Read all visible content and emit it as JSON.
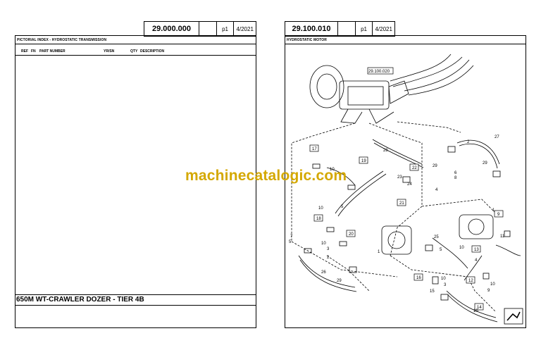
{
  "left_page": {
    "code": "29.000.000",
    "page": "p1",
    "date": "4/2021",
    "section_title": "PICTORIAL INDEX - HYDROSTATIC TRANSMISSION",
    "columns": [
      "REF",
      "FN",
      "PART NUMBER",
      "YR/SN",
      "QTY",
      "DESCRIPTION"
    ],
    "model_title": "650M WT-CRAWLER DOZER - TIER 4B"
  },
  "right_page": {
    "code": "29.100.010",
    "page": "p1",
    "date": "4/2021",
    "section_title": "HYDROSTATIC MOTOR",
    "callouts": [
      "29.100.020",
      "27",
      "2",
      "28",
      "29",
      "6",
      "8",
      "4",
      "22",
      "23",
      "24",
      "19",
      "17",
      "10",
      "5",
      "21",
      "10",
      "9",
      "1",
      "11",
      "7",
      "18",
      "3",
      "12",
      "20",
      "1",
      "25",
      "26",
      "29",
      "13",
      "16",
      "10",
      "12",
      "14",
      "10",
      "15",
      "3",
      "10",
      "9",
      "3",
      "1",
      "7",
      "5",
      "2",
      "4",
      "2",
      "1",
      "10"
    ],
    "callout_boxes": [
      "17",
      "19",
      "22",
      "21",
      "18",
      "20",
      "9",
      "13",
      "16",
      "12",
      "14"
    ]
  },
  "watermark": "machinecatalogic.com"
}
